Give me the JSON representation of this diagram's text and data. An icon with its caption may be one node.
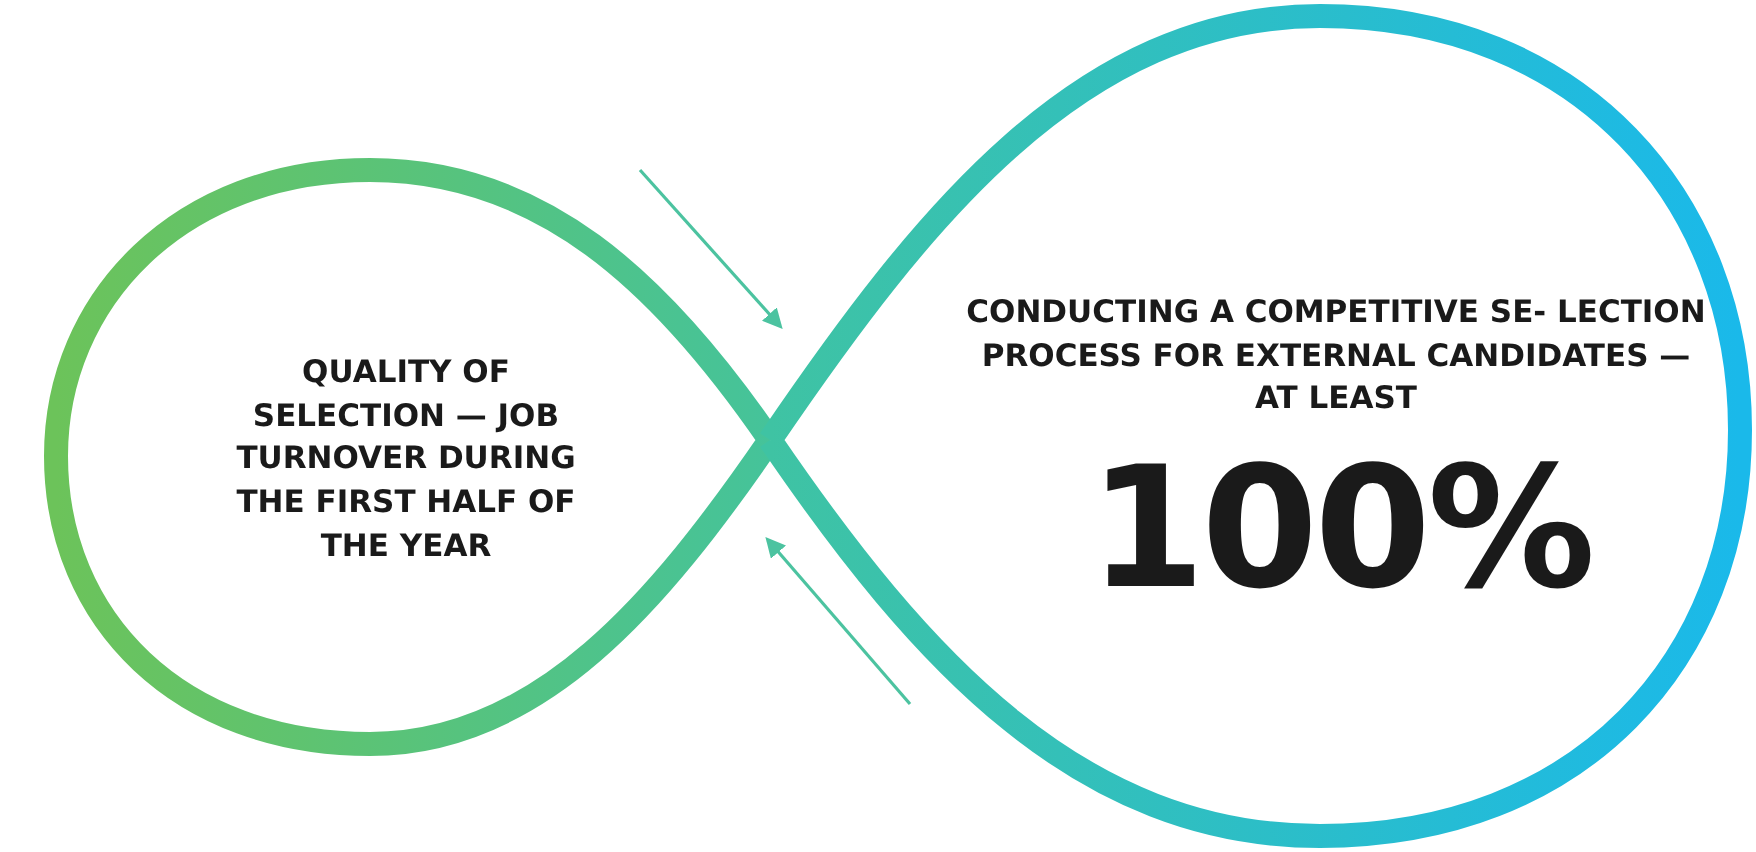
{
  "diagram": {
    "nodes": [
      {
        "text": [
          "QUALITY OF SELECTION — JOB TURNOVER DURING THE FIRST HALF OF THE YEAR"
        ]
      },
      {
        "text": [
          "CONDUCTING A COMPETITIVE SE- LECTION PROCESS FOR EXTERNAL CANDIDATES — AT LEAST",
          "100%"
        ]
      }
    ],
    "edges": []
  }
}
